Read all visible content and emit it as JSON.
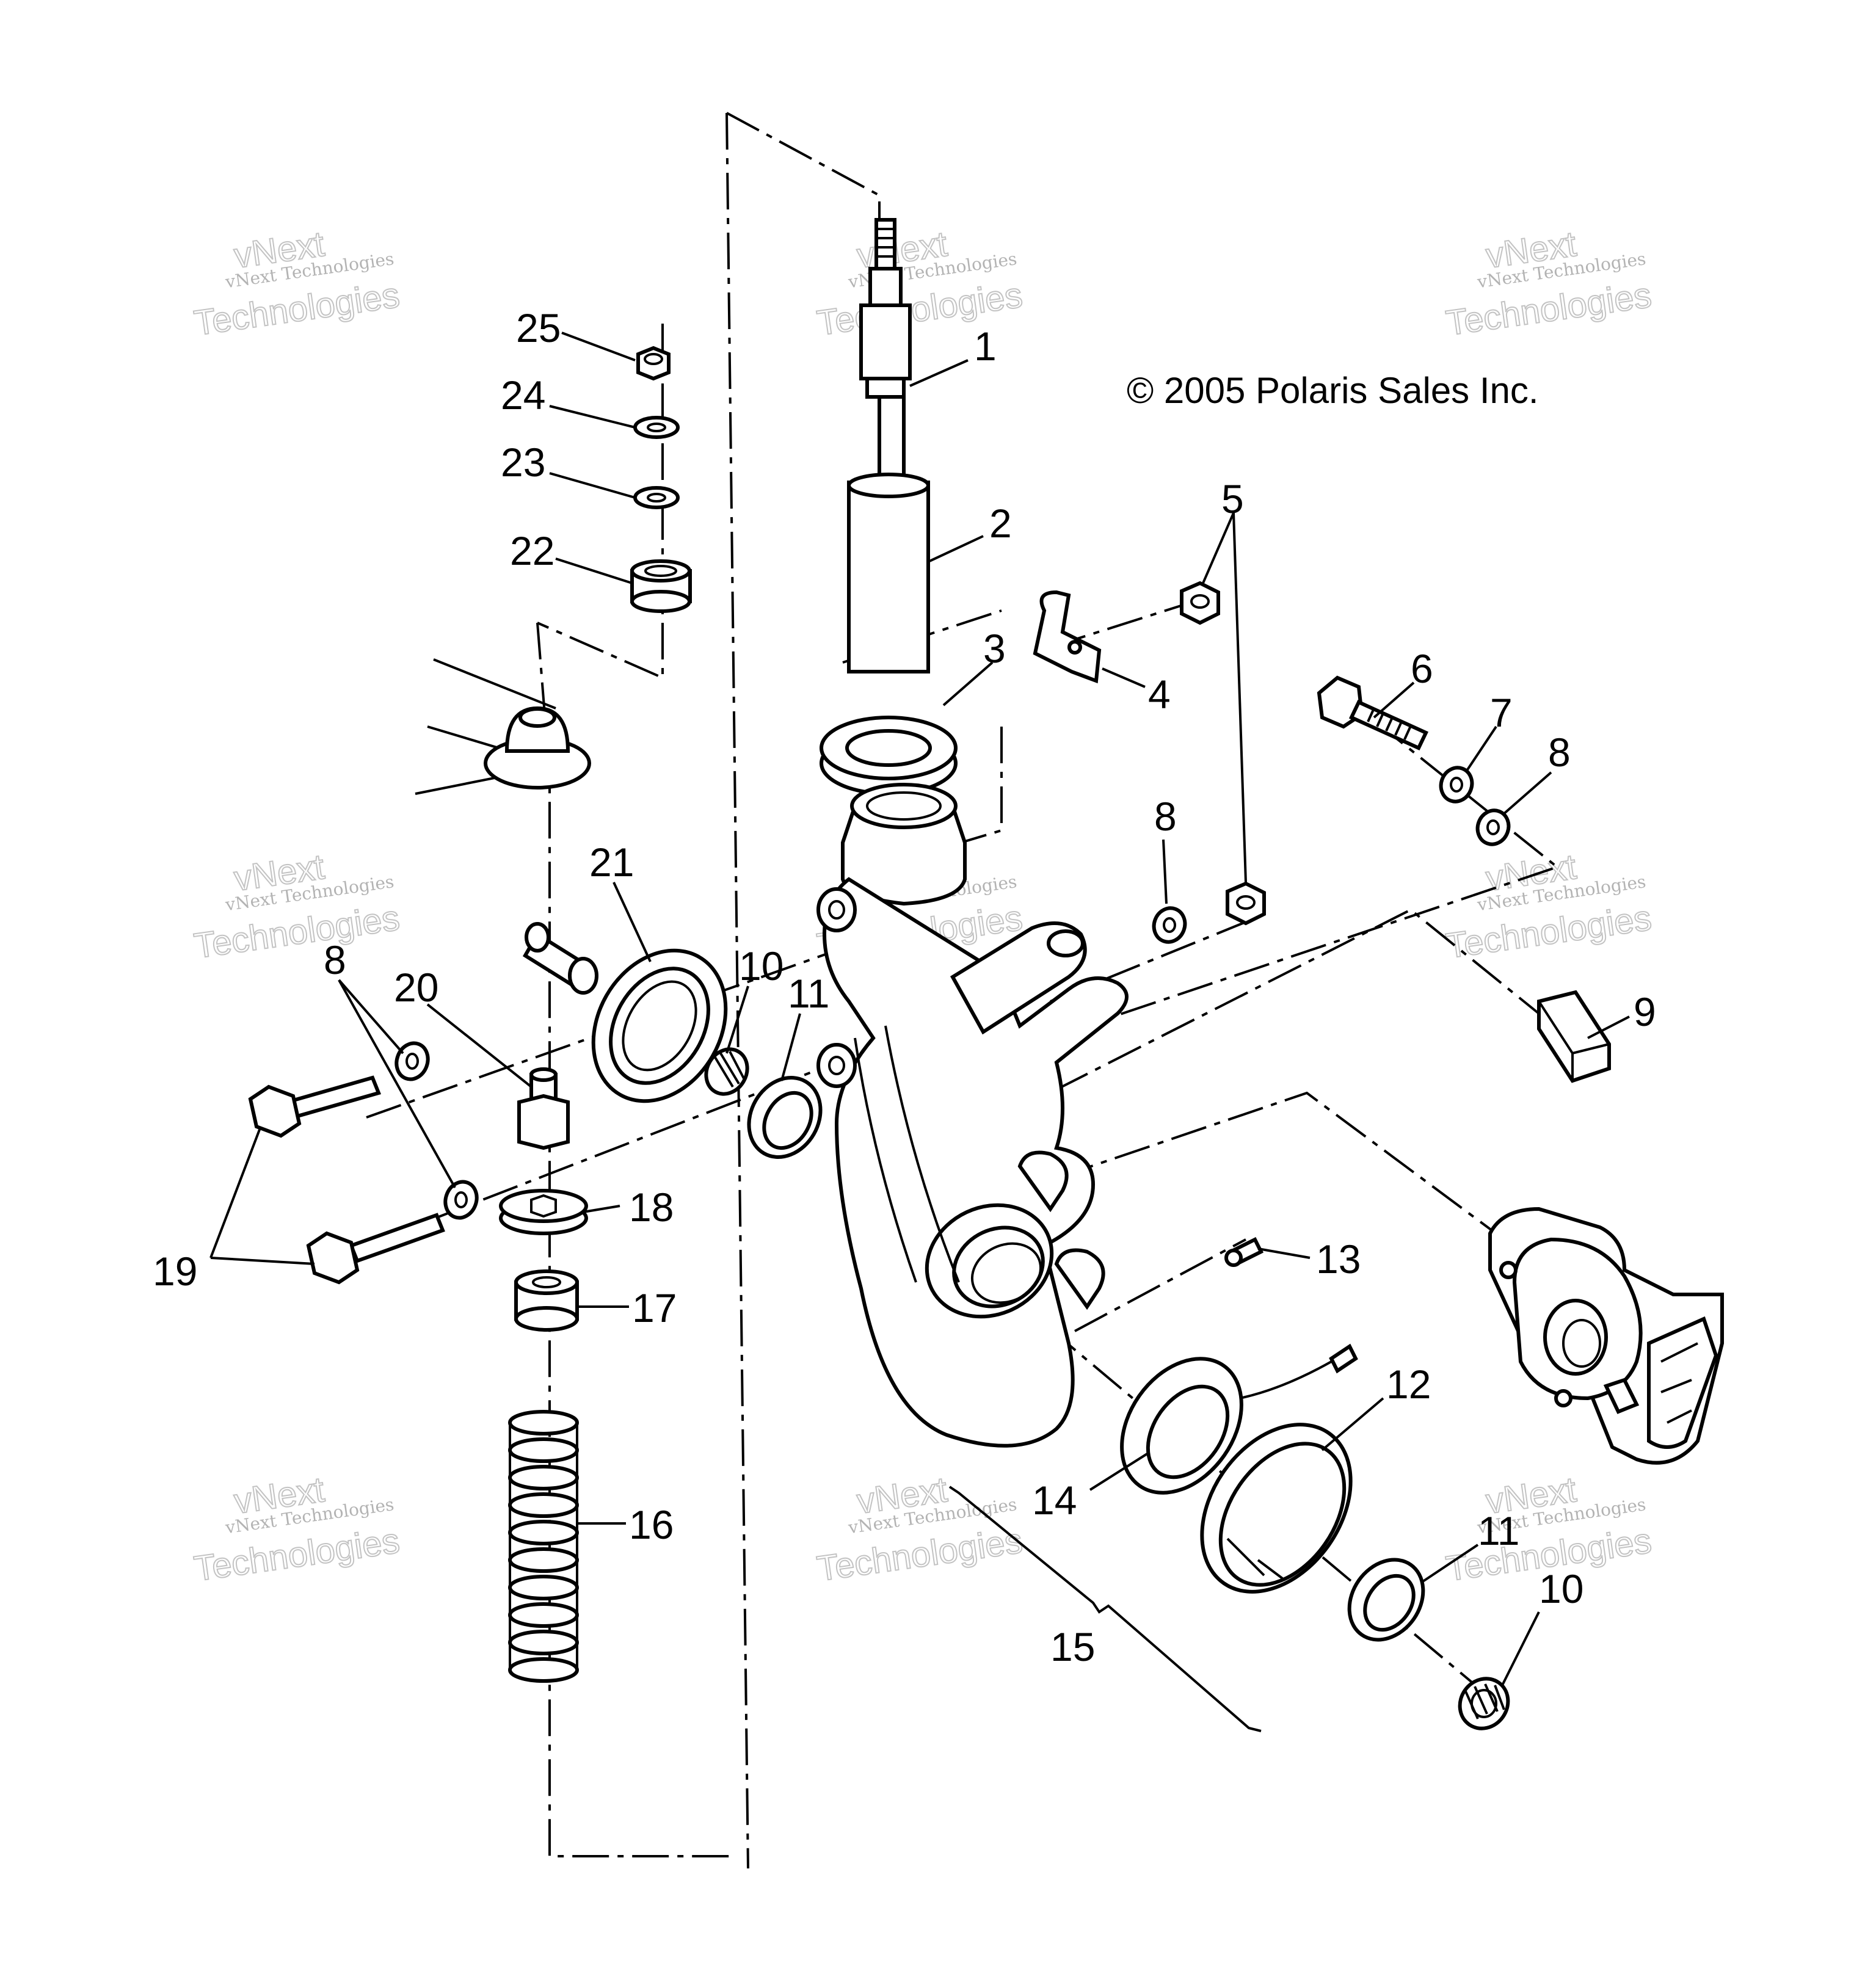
{
  "copyright": "© 2005 Polaris Sales Inc.",
  "watermark": {
    "line_small": "vNext Technologies",
    "line_top": "vNext",
    "line_big": "Technologies"
  },
  "callouts": {
    "c1": "1",
    "c2": "2",
    "c3": "3",
    "c4": "4",
    "c5": "5",
    "c6": "6",
    "c7": "7",
    "c8a": "8",
    "c8b": "8",
    "c8c": "8",
    "c9": "9",
    "c10a": "10",
    "c10b": "10",
    "c11a": "11",
    "c11b": "11",
    "c12": "12",
    "c13": "13",
    "c14": "14",
    "c15": "15",
    "c16": "16",
    "c17": "17",
    "c18": "18",
    "c19": "19",
    "c20": "20",
    "c21": "21",
    "c22": "22",
    "c23": "23",
    "c24": "24",
    "c25": "25"
  }
}
